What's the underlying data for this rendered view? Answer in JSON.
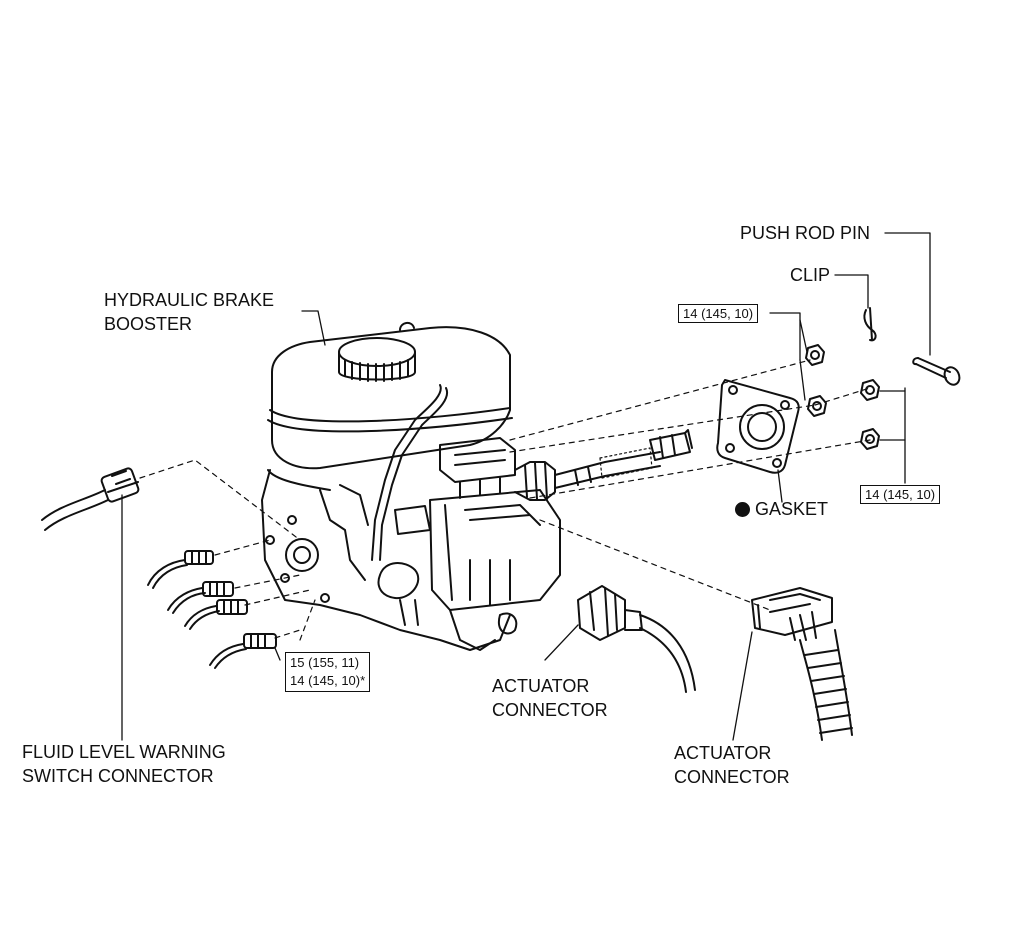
{
  "labels": {
    "hydraulic_brake_booster": [
      "HYDRAULIC BRAKE",
      "BOOSTER"
    ],
    "push_rod_pin": "PUSH ROD PIN",
    "clip": "CLIP",
    "gasket": "GASKET",
    "actuator_connector_center": [
      "ACTUATOR",
      "CONNECTOR"
    ],
    "actuator_connector_right": [
      "ACTUATOR",
      "CONNECTOR"
    ],
    "fluid_level_warning_switch_connector": [
      "FLUID LEVEL WARNING",
      "SWITCH CONNECTOR"
    ]
  },
  "torque_specs": {
    "upper_nuts": "14 (145, 10)",
    "lower_nuts": "14 (145, 10)",
    "brake_lines": [
      "15 (155, 11)",
      "14 (145, 10)*"
    ]
  },
  "icons": {
    "gasket_marker": "filled-circle-icon"
  }
}
